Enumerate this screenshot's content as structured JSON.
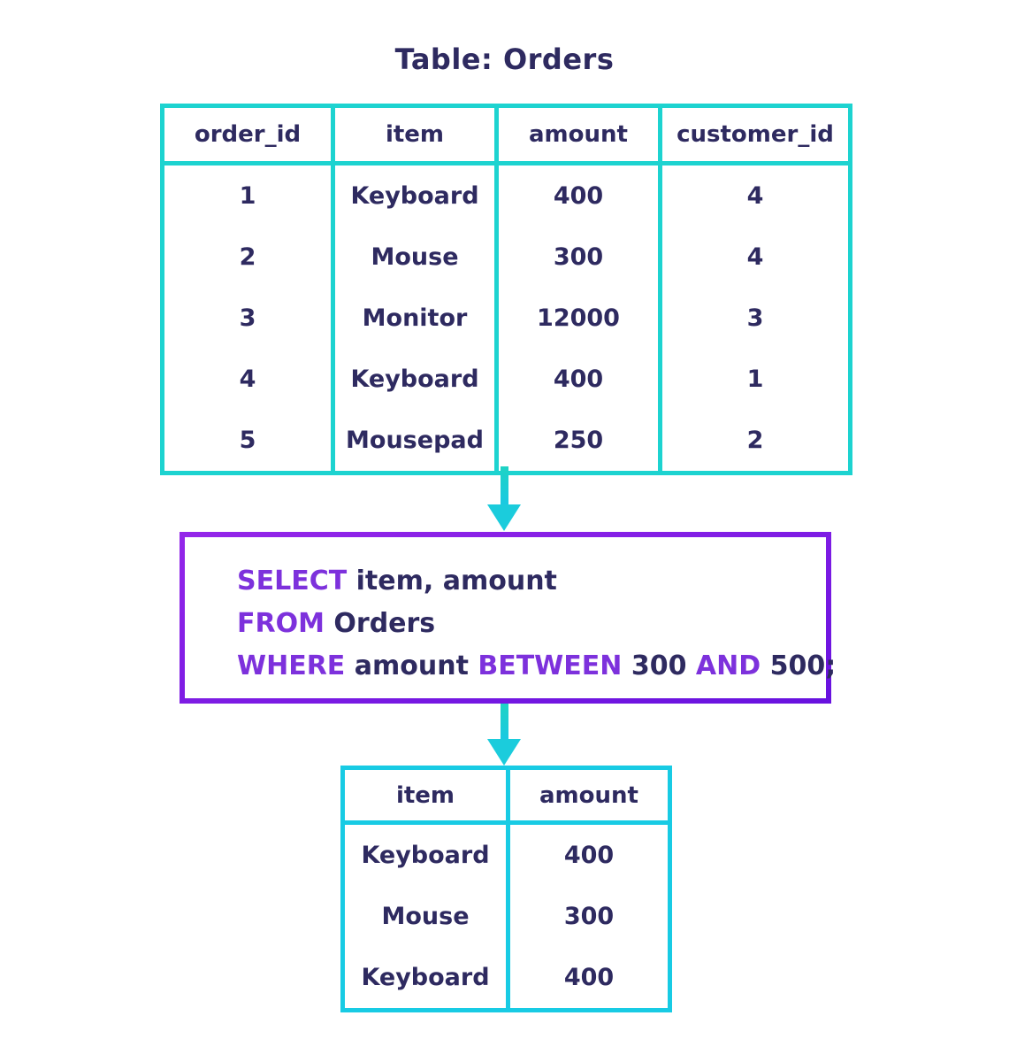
{
  "title": "Table: Orders",
  "colors": {
    "text_navy": "#2E2A60",
    "table_border_cyan": "#1DD3D0",
    "result_border_cyan": "#18CBE4",
    "arrow_cyan_start": "#1ED3C4",
    "arrow_cyan_end": "#1AC9E2",
    "sql_keyword_purple": "#7D31DC",
    "sql_border_purple_start": "#9426E9",
    "sql_border_purple_end": "#6812DF"
  },
  "icons": {
    "flow_arrow": "down-arrow"
  },
  "orders_table": {
    "headers": [
      "order_id",
      "item",
      "amount",
      "customer_id"
    ],
    "rows": [
      [
        "1",
        "Keyboard",
        "400",
        "4"
      ],
      [
        "2",
        "Mouse",
        "300",
        "4"
      ],
      [
        "3",
        "Monitor",
        "12000",
        "3"
      ],
      [
        "4",
        "Keyboard",
        "400",
        "1"
      ],
      [
        "5",
        "Mousepad",
        "250",
        "2"
      ]
    ]
  },
  "sql": {
    "lines": [
      {
        "segments": [
          {
            "text": "SELECT",
            "type": "keyword"
          },
          {
            "text": " item, amount",
            "type": "plain"
          }
        ]
      },
      {
        "segments": [
          {
            "text": "FROM",
            "type": "keyword"
          },
          {
            "text": " Orders",
            "type": "plain"
          }
        ]
      },
      {
        "segments": [
          {
            "text": "WHERE",
            "type": "keyword"
          },
          {
            "text": " amount ",
            "type": "plain"
          },
          {
            "text": "BETWEEN",
            "type": "keyword"
          },
          {
            "text": " 300 ",
            "type": "plain"
          },
          {
            "text": "AND",
            "type": "keyword"
          },
          {
            "text": " 500;",
            "type": "plain"
          }
        ]
      }
    ]
  },
  "result_table": {
    "headers": [
      "item",
      "amount"
    ],
    "rows": [
      [
        "Keyboard",
        "400"
      ],
      [
        "Mouse",
        "300"
      ],
      [
        "Keyboard",
        "400"
      ]
    ]
  }
}
